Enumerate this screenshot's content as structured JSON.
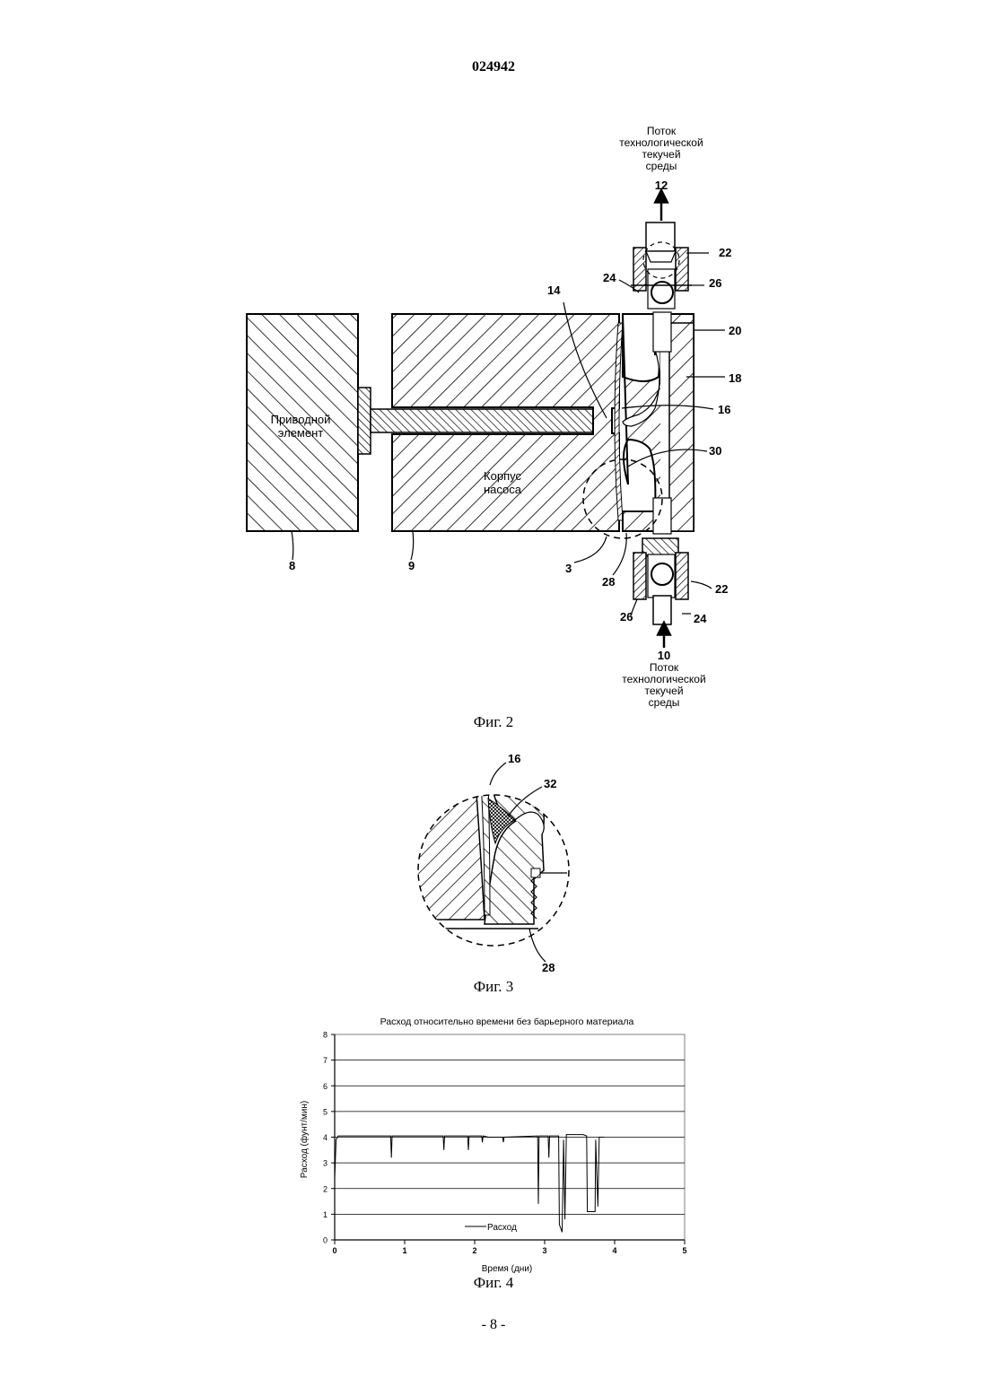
{
  "header": {
    "doc_number": "024942"
  },
  "footer": {
    "page": "- 8 -"
  },
  "fig2": {
    "caption": "Фиг. 2",
    "drive_label": [
      "Приводной",
      "элемент"
    ],
    "pump_label": [
      "Корпус",
      "насоса"
    ],
    "outflow_label": [
      "Поток",
      "технологической",
      "текучей",
      "среды"
    ],
    "inflow_label": [
      "Поток",
      "технологической",
      "текучей",
      "среды"
    ],
    "refs": {
      "r8": "8",
      "r9": "9",
      "r3": "3",
      "r28": "28",
      "r14": "14",
      "r16": "16",
      "r18": "18",
      "r20": "20",
      "r30": "30",
      "r12": "12",
      "r10": "10",
      "r22a": "22",
      "r22b": "22",
      "r24a": "24",
      "r24b": "24",
      "r26a": "26",
      "r26b": "26"
    }
  },
  "fig3": {
    "caption": "Фиг. 3",
    "refs": {
      "r16": "16",
      "r32": "32",
      "r28": "28"
    }
  },
  "fig4": {
    "caption": "Фиг. 4",
    "chart_data": {
      "type": "line",
      "title": "Расход относительно времени без барьерного материала",
      "xlabel": "Время (дни)",
      "ylabel": "Расход (фунт/мин)",
      "xlim": [
        0,
        5
      ],
      "ylim": [
        0,
        8
      ],
      "x_ticks": [
        "0",
        "1",
        "2",
        "3",
        "4",
        "5"
      ],
      "y_ticks": [
        "0",
        "1",
        "2",
        "3",
        "4",
        "5",
        "6",
        "7",
        "8"
      ],
      "grid": "horizontal",
      "legend_position": "bottom-left",
      "series": [
        {
          "name": "Расход",
          "color": "#000000",
          "points": [
            [
              0.0,
              2.4
            ],
            [
              0.02,
              3.9
            ],
            [
              0.05,
              4.05
            ],
            [
              0.8,
              4.05
            ],
            [
              0.81,
              3.2
            ],
            [
              0.82,
              4.05
            ],
            [
              1.55,
              4.05
            ],
            [
              1.56,
              3.5
            ],
            [
              1.57,
              4.05
            ],
            [
              1.9,
              4.05
            ],
            [
              1.91,
              3.5
            ],
            [
              1.92,
              4.05
            ],
            [
              2.1,
              4.05
            ],
            [
              2.11,
              3.8
            ],
            [
              2.12,
              4.05
            ],
            [
              2.2,
              4.0
            ],
            [
              2.4,
              4.0
            ],
            [
              2.41,
              3.8
            ],
            [
              2.42,
              4.0
            ],
            [
              2.9,
              4.05
            ],
            [
              2.91,
              1.4
            ],
            [
              2.92,
              4.05
            ],
            [
              3.05,
              4.05
            ],
            [
              3.06,
              3.2
            ],
            [
              3.07,
              4.05
            ],
            [
              3.2,
              4.05
            ],
            [
              3.21,
              0.6
            ],
            [
              3.25,
              0.3
            ],
            [
              3.27,
              3.9
            ],
            [
              3.29,
              0.8
            ],
            [
              3.31,
              4.1
            ],
            [
              3.55,
              4.1
            ],
            [
              3.6,
              4.05
            ],
            [
              3.61,
              1.1
            ],
            [
              3.72,
              1.1
            ],
            [
              3.73,
              3.9
            ],
            [
              3.76,
              1.3
            ],
            [
              3.78,
              4.0
            ],
            [
              3.85,
              4.0
            ]
          ]
        }
      ]
    }
  }
}
